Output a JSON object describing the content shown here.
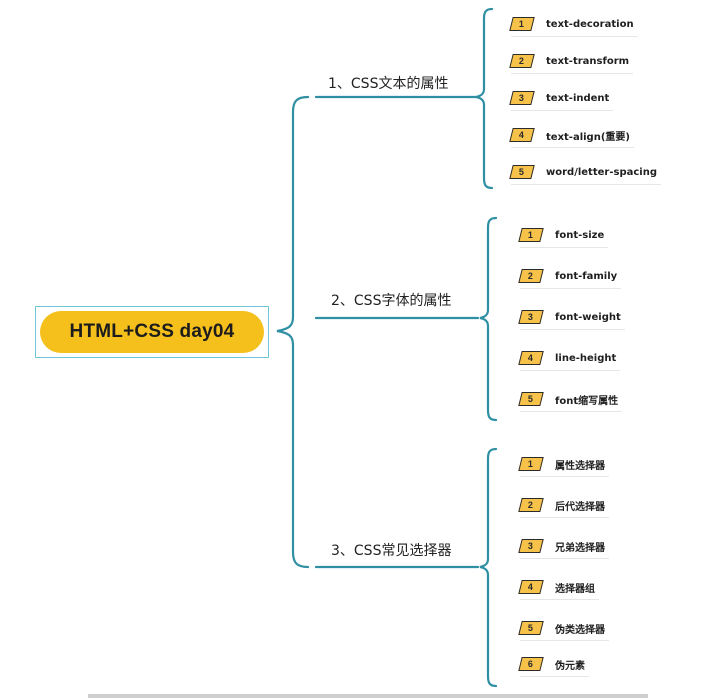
{
  "root": {
    "label": "HTML+CSS day04"
  },
  "colors": {
    "root_fill": "#f5c01b",
    "root_border": "#6ec6d8",
    "connector": "#2f8fa3",
    "badge_fill": "#f6c24a",
    "badge_border": "#2b2b2b"
  },
  "branches": [
    {
      "label": "1、CSS文本的属性",
      "children": [
        {
          "num": "1",
          "text": "text-decoration"
        },
        {
          "num": "2",
          "text": "text-transform"
        },
        {
          "num": "3",
          "text": "text-indent"
        },
        {
          "num": "4",
          "text": "text-align(重要)"
        },
        {
          "num": "5",
          "text": "word/letter-spacing"
        }
      ]
    },
    {
      "label": "2、CSS字体的属性",
      "children": [
        {
          "num": "1",
          "text": "font-size"
        },
        {
          "num": "2",
          "text": "font-family"
        },
        {
          "num": "3",
          "text": "font-weight"
        },
        {
          "num": "4",
          "text": "line-height"
        },
        {
          "num": "5",
          "text": "font缩写属性"
        }
      ]
    },
    {
      "label": "3、CSS常见选择器",
      "children": [
        {
          "num": "1",
          "text": "属性选择器"
        },
        {
          "num": "2",
          "text": "后代选择器"
        },
        {
          "num": "3",
          "text": "兄弟选择器"
        },
        {
          "num": "4",
          "text": "选择器组"
        },
        {
          "num": "5",
          "text": "伪类选择器"
        },
        {
          "num": "6",
          "text": "伪元素"
        }
      ]
    }
  ]
}
